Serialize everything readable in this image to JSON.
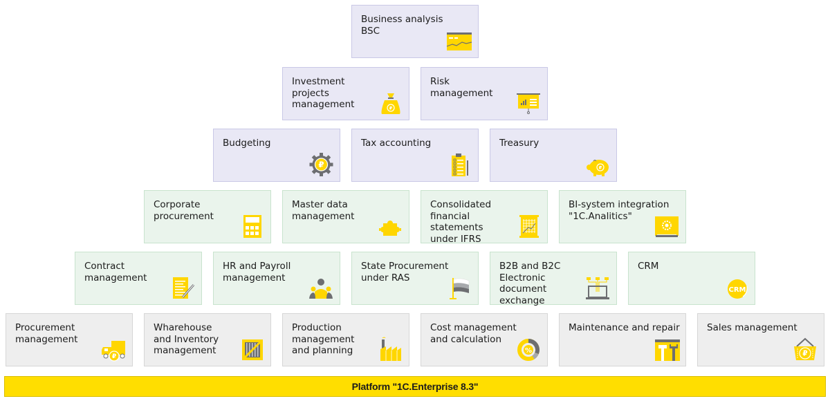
{
  "diagram": {
    "title": "1C solutions pyramid",
    "colors": {
      "accent_yellow": "#ffde00",
      "icon_gray": "#6d6e71",
      "tier_analytics": "#e9e8f5",
      "tier_integration": "#eaf4ec",
      "tier_operations": "#eeeeee"
    },
    "rows": [
      {
        "tier": "analytics",
        "modules": [
          {
            "label": "Business analysis\nBSC",
            "icon": "dashboard-chart-icon"
          }
        ]
      },
      {
        "tier": "analytics",
        "modules": [
          {
            "label": "Investment\nprojects\nmanagement",
            "icon": "money-bag-icon"
          },
          {
            "label": "Risk\nmanagement",
            "icon": "presentation-board-icon"
          }
        ]
      },
      {
        "tier": "analytics",
        "modules": [
          {
            "label": "Budgeting",
            "icon": "gear-coin-icon"
          },
          {
            "label": "Tax accounting",
            "icon": "clipboard-checklist-icon"
          },
          {
            "label": "Treasury",
            "icon": "piggy-bank-icon"
          }
        ]
      },
      {
        "tier": "integration",
        "modules": [
          {
            "label": "Corporate\nprocurement",
            "icon": "calculator-icon"
          },
          {
            "label": "Master data\nmanagement",
            "icon": "puzzle-icon"
          },
          {
            "label": "Consolidated\nfinancial\nstatements\nunder IFRS",
            "icon": "scroll-chart-icon"
          },
          {
            "label": "BI-system integration\n\"1C.Analitics\"",
            "icon": "blueprint-gear-icon"
          }
        ]
      },
      {
        "tier": "integration",
        "modules": [
          {
            "label": "Contract\nmanagement",
            "icon": "document-pen-icon"
          },
          {
            "label": "HR and Payroll\nmanagement",
            "icon": "people-group-icon"
          },
          {
            "label": "State Procurement\nunder RAS",
            "icon": "flag-icon"
          },
          {
            "label": "B2B and B2C\nElectronic\ndocument\nexchange",
            "icon": "laptop-network-icon"
          },
          {
            "label": "CRM",
            "icon": "crm-badge-icon"
          }
        ]
      },
      {
        "tier": "operations",
        "modules": [
          {
            "label": "Procurement\nmanagement",
            "icon": "delivery-truck-icon"
          },
          {
            "label": "Wharehouse\nand Inventory\nmanagement",
            "icon": "crate-icon"
          },
          {
            "label": "Production management\nand planning",
            "icon": "factory-icon"
          },
          {
            "label": "Cost management\nand calculation",
            "icon": "percent-donut-icon"
          },
          {
            "label": "Maintenance and repair",
            "icon": "tools-window-icon"
          },
          {
            "label": "Sales management",
            "icon": "shopping-basket-icon"
          }
        ]
      }
    ],
    "platform": {
      "label": "Platform \"1C.Enterprise 8.3\""
    },
    "icon_text": {
      "crm": "CRM",
      "percent": "%",
      "currency": "₽"
    }
  }
}
